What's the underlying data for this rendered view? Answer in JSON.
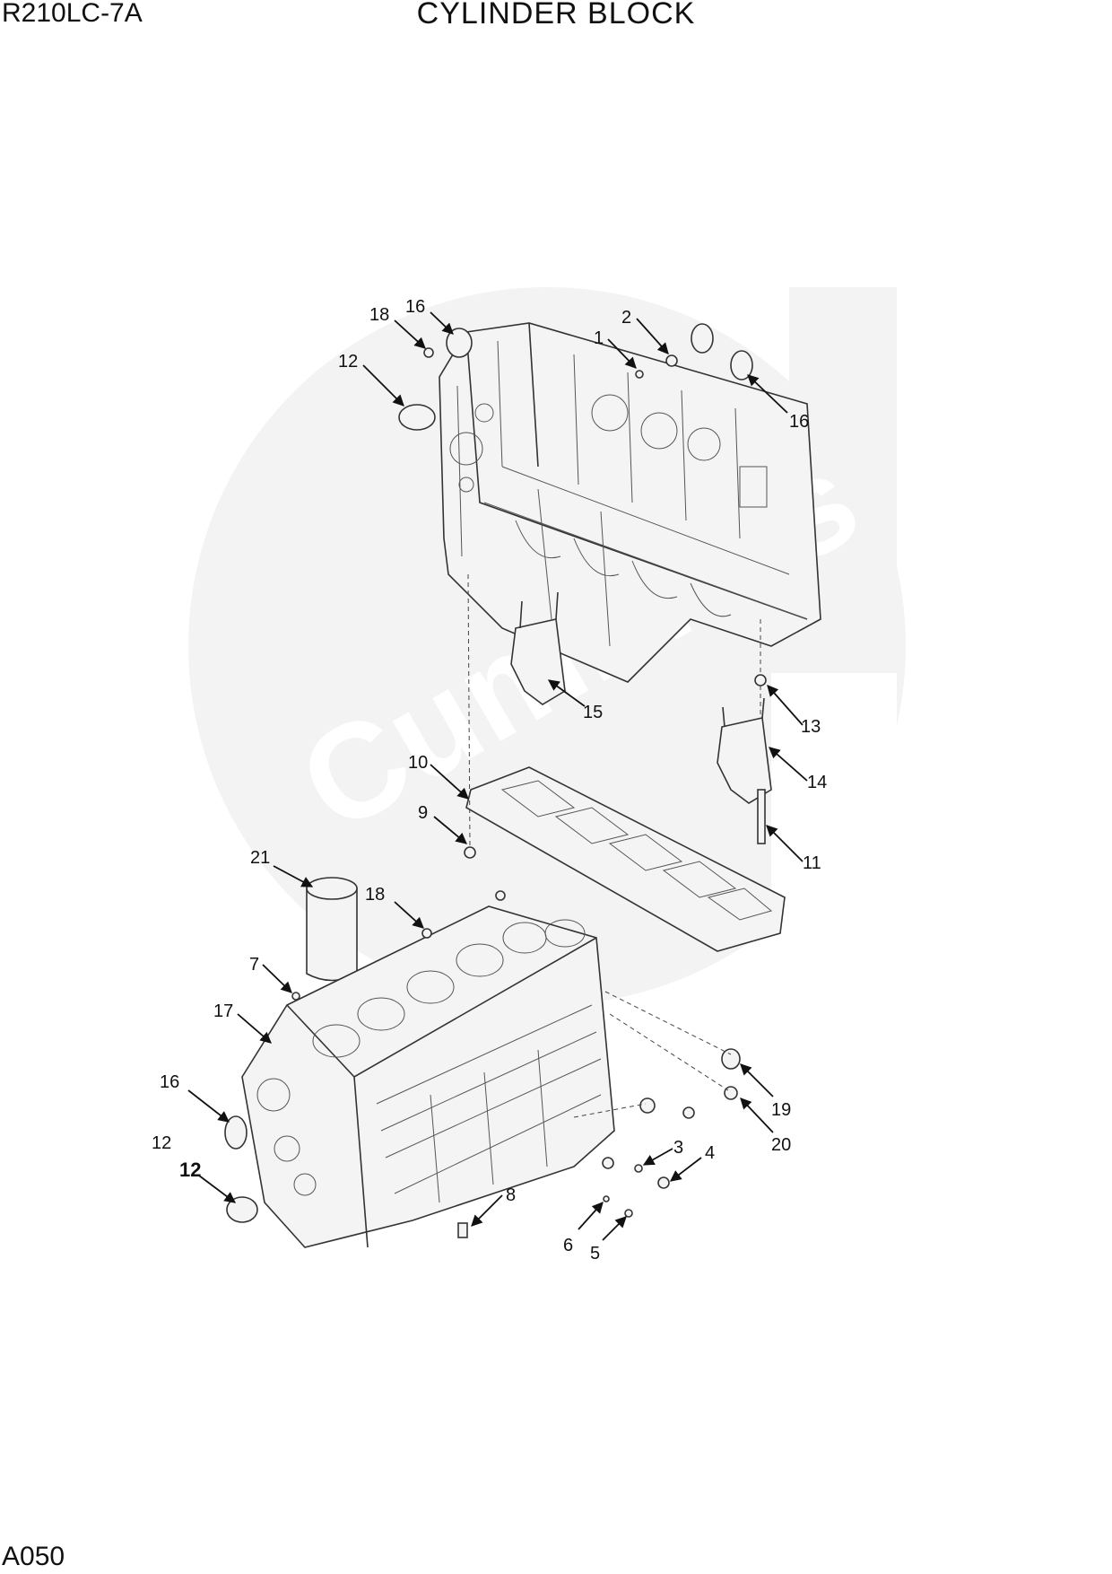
{
  "header": {
    "model": "R210LC-7A",
    "title": "CYLINDER BLOCK"
  },
  "footer": {
    "page_code": "A050"
  },
  "watermark": {
    "text": "Cummins",
    "color": "#eeeeee"
  },
  "callouts": [
    {
      "id": "c18a",
      "label": "18"
    },
    {
      "id": "c16a",
      "label": "16"
    },
    {
      "id": "c2",
      "label": "2"
    },
    {
      "id": "c1",
      "label": "1"
    },
    {
      "id": "c12a",
      "label": "12"
    },
    {
      "id": "c16b",
      "label": "16"
    },
    {
      "id": "c15",
      "label": "15"
    },
    {
      "id": "c13",
      "label": "13"
    },
    {
      "id": "c14",
      "label": "14"
    },
    {
      "id": "c10",
      "label": "10"
    },
    {
      "id": "c9",
      "label": "9"
    },
    {
      "id": "c11",
      "label": "11"
    },
    {
      "id": "c21",
      "label": "21"
    },
    {
      "id": "c18b",
      "label": "18"
    },
    {
      "id": "c7",
      "label": "7"
    },
    {
      "id": "c17",
      "label": "17"
    },
    {
      "id": "c16c",
      "label": "16"
    },
    {
      "id": "c12b",
      "label": "12"
    },
    {
      "id": "c12c",
      "label": "12"
    },
    {
      "id": "c19",
      "label": "19"
    },
    {
      "id": "c20",
      "label": "20"
    },
    {
      "id": "c3",
      "label": "3"
    },
    {
      "id": "c4",
      "label": "4"
    },
    {
      "id": "c8",
      "label": "8"
    },
    {
      "id": "c6",
      "label": "6"
    },
    {
      "id": "c5",
      "label": "5"
    }
  ]
}
